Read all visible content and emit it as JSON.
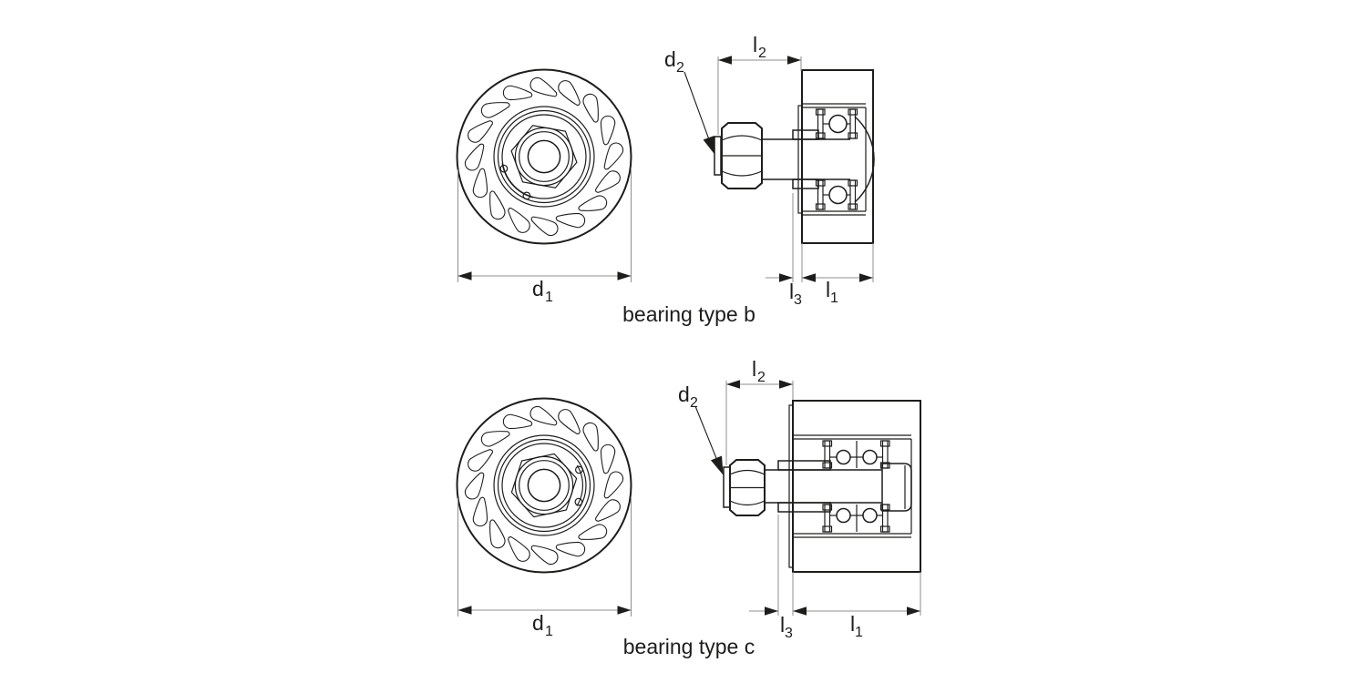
{
  "page": {
    "background": "#ffffff"
  },
  "style": {
    "line_color": "#1d1d1b",
    "dim_line_color": "#8f8f8f"
  },
  "dimensions": {
    "d1": {
      "base": "d",
      "sub": "1"
    },
    "d2": {
      "base": "d",
      "sub": "2"
    },
    "l1": {
      "base": "l",
      "sub": "1"
    },
    "l2": {
      "base": "l",
      "sub": "2"
    },
    "l3": {
      "base": "l",
      "sub": "3"
    }
  },
  "drawings": [
    {
      "id": "b",
      "caption": "bearing type b"
    },
    {
      "id": "c",
      "caption": "bearing type c"
    }
  ]
}
